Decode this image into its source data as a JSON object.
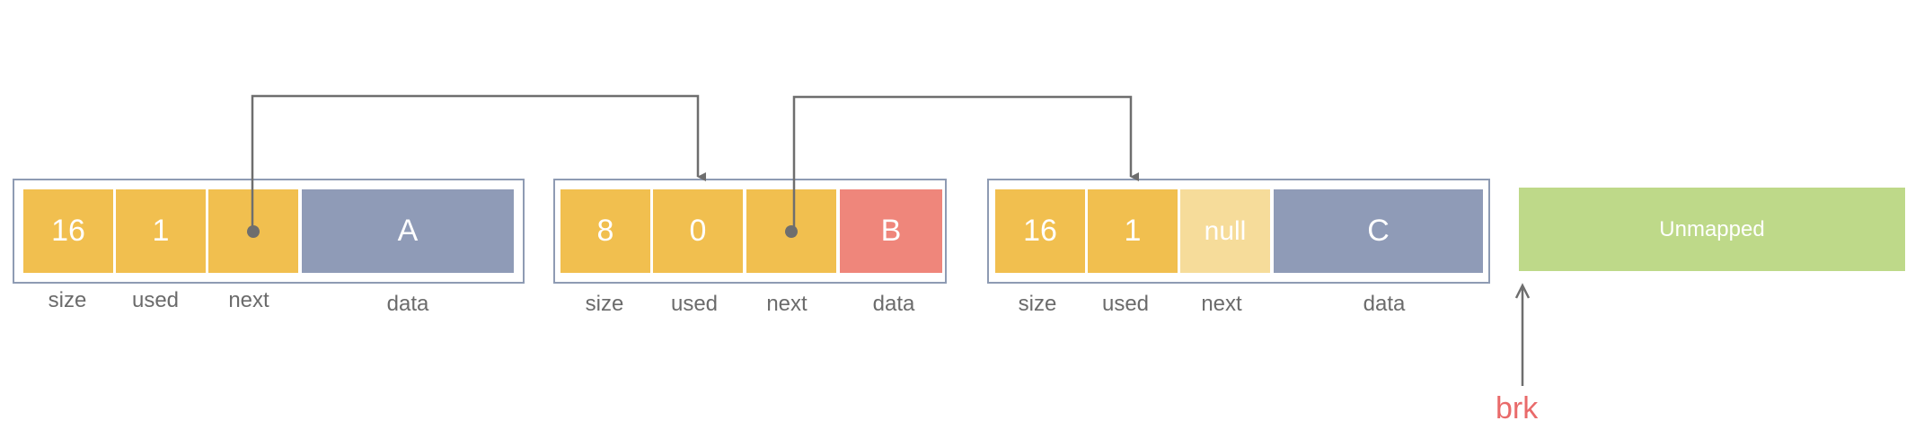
{
  "blocks": [
    {
      "size": "16",
      "used": "1",
      "next": "",
      "data": "A",
      "labels": {
        "size": "size",
        "used": "used",
        "next": "next",
        "data": "data"
      }
    },
    {
      "size": "8",
      "used": "0",
      "next": "",
      "data": "B",
      "labels": {
        "size": "size",
        "used": "used",
        "next": "next",
        "data": "data"
      }
    },
    {
      "size": "16",
      "used": "1",
      "next": "null",
      "data": "C",
      "labels": {
        "size": "size",
        "used": "used",
        "next": "next",
        "data": "data"
      }
    }
  ],
  "unmapped": {
    "label": "Unmapped"
  },
  "brk": {
    "label": "brk"
  },
  "colors": {
    "header": "#f1bf4f",
    "null_next": "#f6dc9a",
    "data_a": "#8f9bb7",
    "data_b": "#ef867b",
    "data_c": "#8f9bb7",
    "unmapped": "#bed989",
    "frame": "#8e9bb3",
    "arrow": "#6e6e6e",
    "brk": "#e96a6a"
  }
}
